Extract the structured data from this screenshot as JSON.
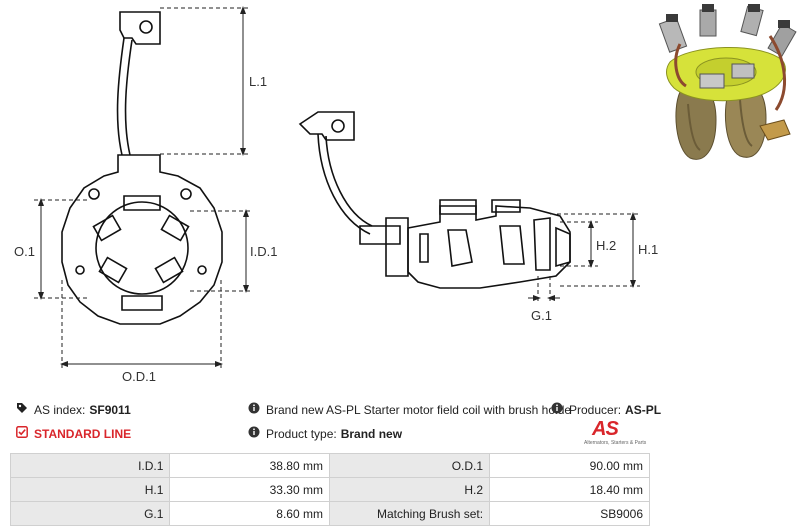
{
  "dimensions": {
    "l1": "L.1",
    "o1": "O.1",
    "id1": "I.D.1",
    "od1": "O.D.1",
    "h1": "H.1",
    "h2": "H.2",
    "g1": "G.1"
  },
  "info": {
    "as_index_label": "AS index:",
    "as_index_value": "SF9011",
    "standard_line": "STANDARD LINE",
    "description": "Brand new AS-PL Starter motor field coil with brush holde",
    "producer_label": "Producer:",
    "producer_value": "AS-PL",
    "product_type_label": "Product type:",
    "product_type_value": "Brand new"
  },
  "logo": {
    "text": "AS",
    "tagline": "Alternators, Starters & Parts"
  },
  "specs": [
    {
      "k1": "I.D.1",
      "v1": "38.80 mm",
      "k2": "O.D.1",
      "v2": "90.00 mm"
    },
    {
      "k1": "H.1",
      "v1": "33.30 mm",
      "k2": "H.2",
      "v2": "18.40 mm"
    },
    {
      "k1": "G.1",
      "v1": "8.60 mm",
      "k2": "Matching Brush set:",
      "v2": "SB9006"
    }
  ],
  "colors": {
    "accent": "#d9262b",
    "line": "#111111",
    "dimension": "#222222"
  }
}
